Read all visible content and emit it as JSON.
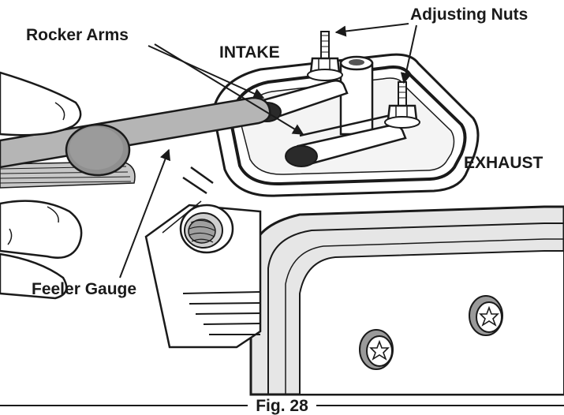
{
  "labels": {
    "adjusting_nuts": "Adjusting Nuts",
    "rocker_arms": "Rocker Arms",
    "intake": "INTAKE",
    "exhaust": "EXHAUST",
    "feeler_gauge": "Feeler Gauge"
  },
  "figure": {
    "caption": "Fig. 28"
  }
}
